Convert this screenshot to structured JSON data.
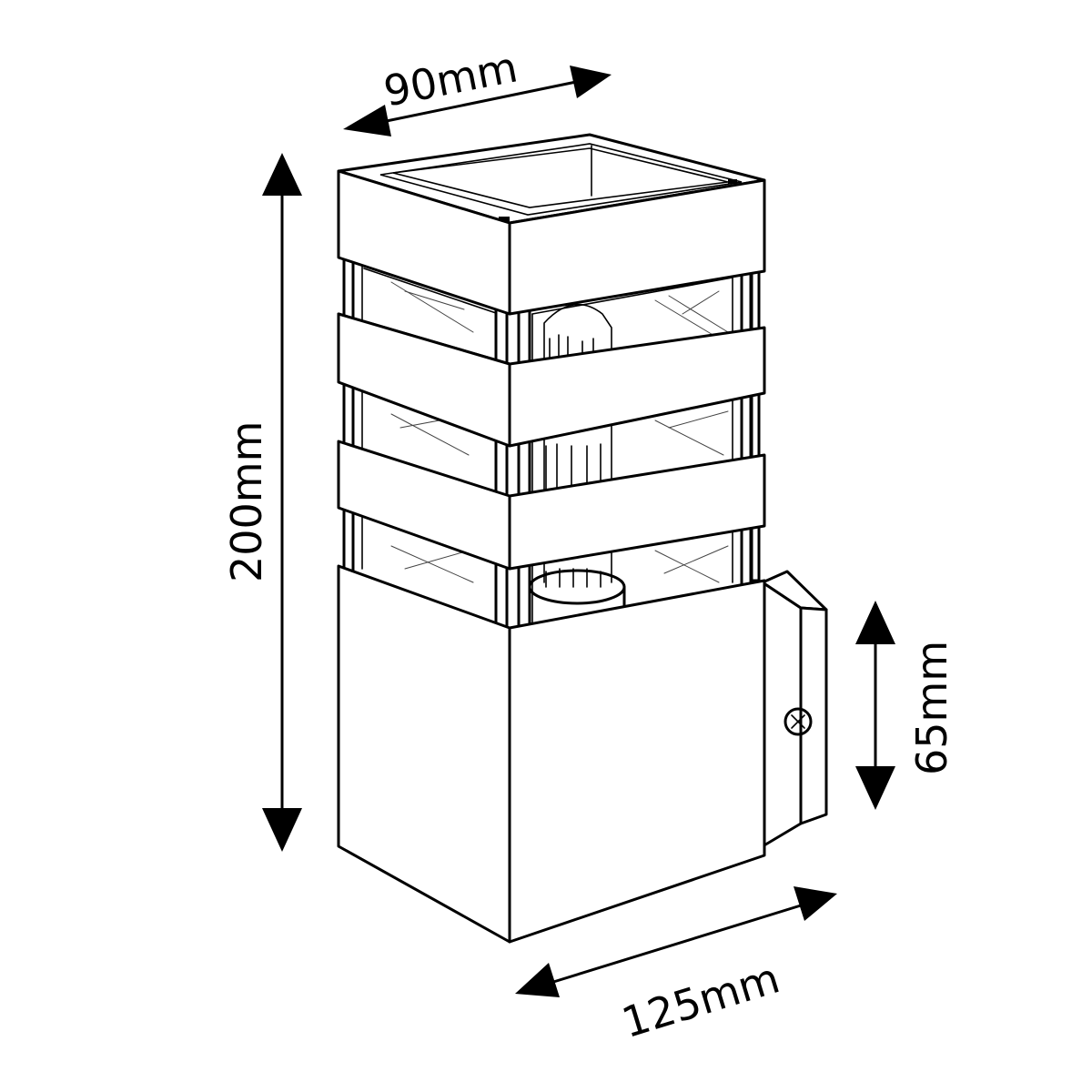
{
  "dimensions": {
    "width_top": "90mm",
    "height_total": "200mm",
    "depth_bottom": "125mm",
    "bracket_height": "65mm"
  }
}
